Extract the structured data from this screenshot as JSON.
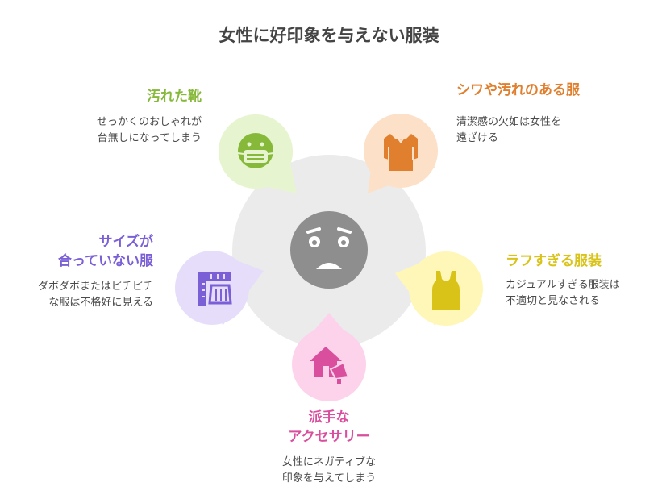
{
  "title": "女性に好印象を与えない服装",
  "colors": {
    "hub": "#ebebeb",
    "face": "#8e8e8e",
    "green": "#86b83a",
    "orange": "#e07f2e",
    "yellow": "#d9c319",
    "pink": "#d94f9e",
    "purple": "#7a5fd6"
  },
  "items": [
    {
      "label": "汚れた靴",
      "description": [
        "せっかくのおしゃれが",
        "台無しになってしまう"
      ],
      "icon": "face-mask-icon"
    },
    {
      "label": "シワや汚れのある服",
      "description": [
        "清潔感の欠如は女性を",
        "遠ざける"
      ],
      "icon": "shirt-icon"
    },
    {
      "label": "ラフすぎる服装",
      "description": [
        "カジュアルすぎる服装は",
        "不適切と見なされる"
      ],
      "icon": "tank-top-icon"
    },
    {
      "label": [
        "派手な",
        "アクセサリー"
      ],
      "description": [
        "女性にネガティブな",
        "印象を与えてしまう"
      ],
      "icon": "home-megaphone-icon"
    },
    {
      "label": [
        "サイズが",
        "合っていない服"
      ],
      "description": [
        "ダボダボまたはピチピチ",
        "な服は不格好に見える"
      ],
      "icon": "ruler-icon"
    }
  ]
}
